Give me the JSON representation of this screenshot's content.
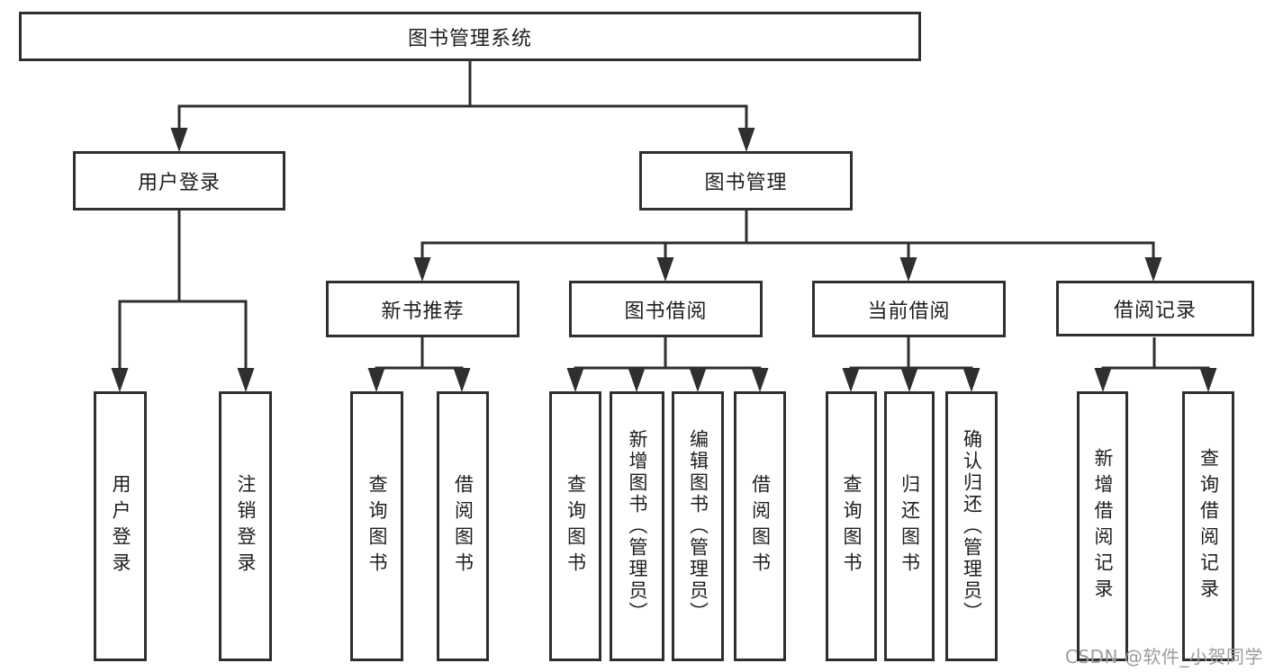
{
  "colors": {
    "line": "#2f2f2f",
    "text": "#1e1e1e",
    "watermark": "#9c9c9c",
    "background": "#ffffff"
  },
  "watermark": {
    "text": "CSDN @软件_小贺同学"
  },
  "diagram": {
    "root": {
      "label": "图书管理系统"
    },
    "level2": {
      "user_login": {
        "label": "用户登录"
      },
      "book_management": {
        "label": "图书管理"
      }
    },
    "level3": {
      "new_book_recommend": {
        "label": "新书推荐"
      },
      "book_borrow": {
        "label": "图书借阅"
      },
      "current_borrow": {
        "label": "当前借阅"
      },
      "borrow_records": {
        "label": "借阅记录"
      }
    },
    "leaves": {
      "user_login": {
        "label": "用户登录"
      },
      "logout": {
        "label": "注销登录"
      },
      "nb_query_book": {
        "label": "查询图书"
      },
      "nb_borrow_book": {
        "label": "借阅图书"
      },
      "bb_query_book": {
        "label": "查询图书"
      },
      "bb_add_book": {
        "label": "新增图书（管理员）"
      },
      "bb_edit_book": {
        "label": "编辑图书（管理员）"
      },
      "bb_borrow_book": {
        "label": "借阅图书"
      },
      "cb_query_book": {
        "label": "查询图书"
      },
      "cb_return_book": {
        "label": "归还图书"
      },
      "cb_confirm_return": {
        "label": "确认归还（管理员）"
      },
      "br_add_record": {
        "label": "新增借阅记录"
      },
      "br_query_record": {
        "label": "查询借阅记录"
      }
    }
  }
}
